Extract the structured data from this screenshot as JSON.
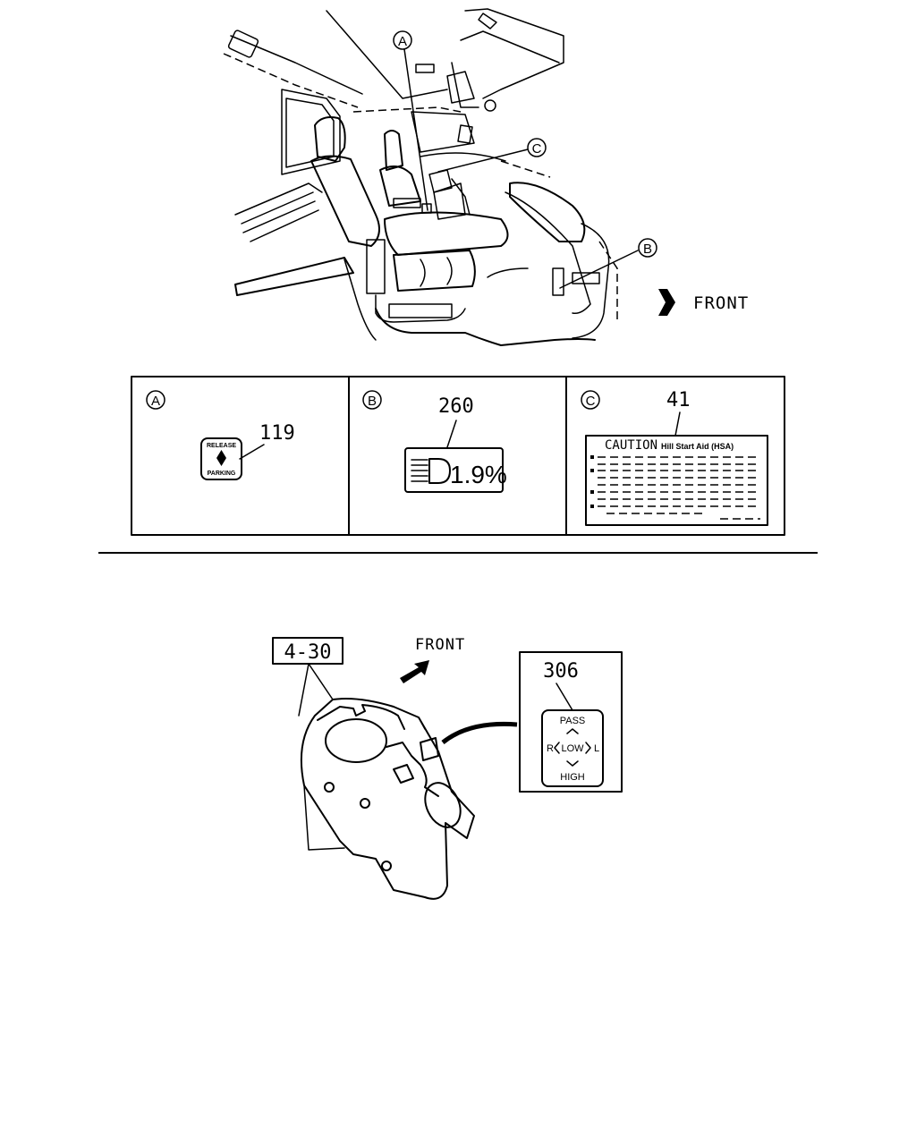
{
  "cab_view": {
    "callouts": [
      "A",
      "B",
      "C"
    ],
    "front_label": "FRONT"
  },
  "panels": [
    {
      "letter": "A",
      "part_number": "119",
      "label_top": "RELEASE",
      "label_bottom": "PARKING"
    },
    {
      "letter": "B",
      "part_number": "260",
      "display_text": "1.9%"
    },
    {
      "letter": "C",
      "part_number": "41",
      "caution_title": "CAUTION",
      "caution_subtitle": "Hill Start Aid (HSA)"
    }
  ],
  "switch_view": {
    "reference": "4-30",
    "front_label": "FRONT",
    "part_number": "306",
    "label_pass": "PASS",
    "label_r": "R",
    "label_low": "LOW",
    "label_l": "L",
    "label_high": "HIGH"
  },
  "icons": [
    "front-arrow-icon",
    "headlamp-icon",
    "double-arrow-icon"
  ]
}
